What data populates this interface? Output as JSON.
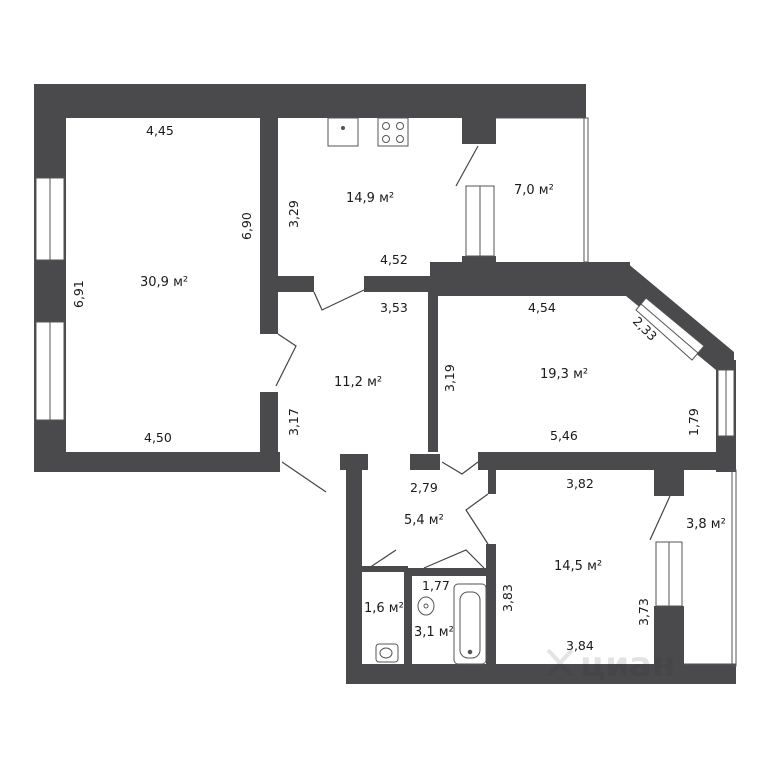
{
  "rooms": [
    {
      "id": "living",
      "area": "30,9 м²"
    },
    {
      "id": "kitchen",
      "area": "14,9 м²"
    },
    {
      "id": "loggia-top",
      "area": "7,0 м²"
    },
    {
      "id": "hall",
      "area": "11,2 м²"
    },
    {
      "id": "bedroom",
      "area": "19,3 м²"
    },
    {
      "id": "corridor",
      "area": "5,4 м²"
    },
    {
      "id": "room-small",
      "area": "14,5 м²"
    },
    {
      "id": "loggia-right",
      "area": "3,8 м²"
    },
    {
      "id": "toilet",
      "area": "1,6 м²"
    },
    {
      "id": "bathroom",
      "area": "3,1 м²"
    }
  ],
  "dimensions": {
    "living_top": "4,45",
    "living_right": "6,90",
    "living_left": "6,91",
    "living_bottom": "4,50",
    "kitchen_left": "3,29",
    "kitchen_bottom": "4,52",
    "hall_top": "3,53",
    "hall_left": "3,17",
    "bedroom_top": "4,54",
    "bedroom_diag": "2,33",
    "bedroom_left": "3,19",
    "bedroom_bottom": "5,46",
    "bedroom_right": "1,79",
    "corridor_top": "2,79",
    "room_small_top": "3,82",
    "room_small_left": "3,83",
    "room_small_right": "3,73",
    "room_small_bottom": "3,84",
    "bath_top": "1,77"
  },
  "watermark": "циан",
  "colors": {
    "wall": "#4a4a4c",
    "window": "#ffffff",
    "line": "#555555"
  }
}
